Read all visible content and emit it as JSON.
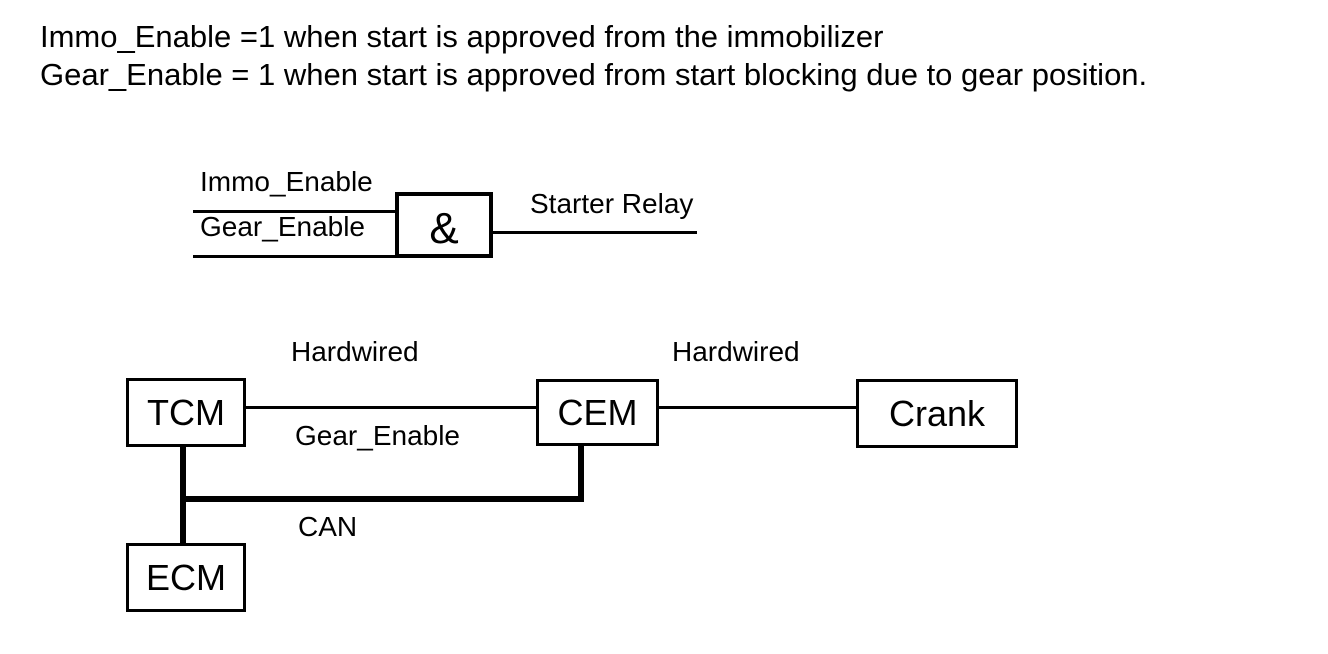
{
  "colors": {
    "ink": "#000000",
    "background": "#ffffff"
  },
  "notes": {
    "line1": "Immo_Enable =1 when start is approved from the immobilizer",
    "line2": "Gear_Enable = 1 when start is approved from start blocking due to gear position."
  },
  "gate": {
    "input1": "Immo_Enable",
    "input2": "Gear_Enable",
    "symbol": "&",
    "output": "Starter Relay"
  },
  "network": {
    "nodes": [
      {
        "id": "tcm",
        "label": "TCM"
      },
      {
        "id": "cem",
        "label": "CEM"
      },
      {
        "id": "crank",
        "label": "Crank"
      },
      {
        "id": "ecm",
        "label": "ECM"
      }
    ],
    "link_labels": {
      "tcm_cem_top": "Hardwired",
      "tcm_cem_bottom": "Gear_Enable",
      "cem_crank_top": "Hardwired",
      "can_bus": "CAN"
    }
  }
}
